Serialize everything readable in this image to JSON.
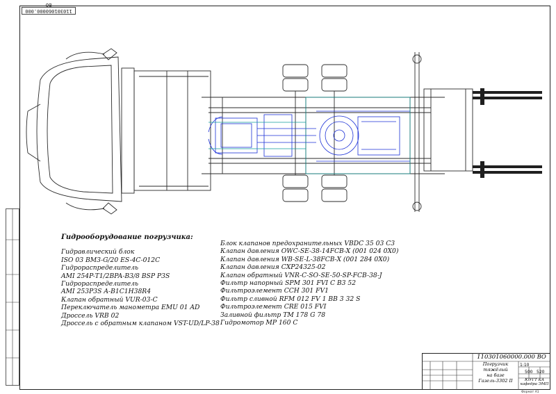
{
  "drawing": {
    "code_top": "110301060000.000 ВО",
    "code_main": "110301060000.000 ВО",
    "name_line1": "Погрузчик тяжёлый",
    "name_line2": "на базе Газель-3302 II",
    "scale_label": "1:10",
    "sheet_size": "500",
    "sheet_total": "520",
    "org_line1": "ЮУГТ КА",
    "org_line2": "кафедра ЭМП",
    "format_label": "Формат А1"
  },
  "notes_left": {
    "title": "Гидрооборудование погрузчика:",
    "lines": [
      "Гидравлический блок",
      "ISO 03 BM3-G/20 ES-4C-012C",
      "Гидрораспределитель",
      "AMI 254P-T1/2BPA-B3/8 BSP P3S",
      "Гидрораспределитель",
      "AMI 253P3S A-B1C1H38R4",
      "Клапан обратный VUR-03-C",
      "Переключатель манометра EMU 01 AD",
      "Дроссель VRB 02",
      "Дроссель с обратным клапаном VST-UD/LP-38"
    ]
  },
  "notes_right": {
    "lines": [
      "Блок клапанов предохранительных VBDC 35 03 C3",
      "Клапан давления OWC-SE-38-14FCB-X (001 024 0X0)",
      "Клапан давления WB-SE-L-38FCB-X (001 284 0X0)",
      "Клапан давления CXP24325-02",
      "Клапан обратный VNR-C-SO-SE-50-SP-FCB-38-J",
      "Фильтр напорный SPM 301 FVI C B3 52",
      "Фильтроэлемент CCH 301 FV1",
      "Фильтр сливной RFM 012 FV 1 BB 3 32 S",
      "Фильтроэлемент CRE 015 FVI",
      "Заливной фильтр TM 178 G 78",
      "Гидромотор MP 160 C"
    ]
  },
  "colors": {
    "line": "#2a2a2a",
    "hydraulic": "#1a2fd6",
    "aux": "#0f9c9c"
  }
}
